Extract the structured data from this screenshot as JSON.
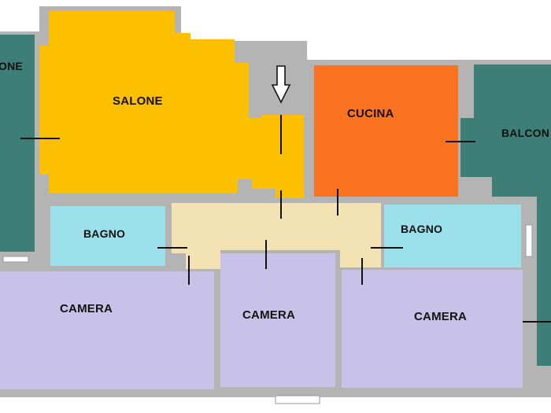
{
  "colors": {
    "wall": "#b4b4b4",
    "salone": "#fcc000",
    "cucina": "#fb7320",
    "bagno": "#9ce0ec",
    "corridor": "#f2e2b4",
    "camera": "#c8c2e8",
    "balcony": "#3d7f76",
    "door": "#111111",
    "window": "#ffffff"
  },
  "rooms": {
    "salone": "SALONE",
    "cucina": "CUCINA",
    "bagno_left": "BAGNO",
    "bagno_right": "BAGNO",
    "camera_left": "CAMERA",
    "camera_center": "CAMERA",
    "camera_right": "CAMERA",
    "balcony_left": "ONE",
    "balcony_right": "BALCON"
  },
  "icons": {
    "entrance": "down-arrow-icon"
  }
}
